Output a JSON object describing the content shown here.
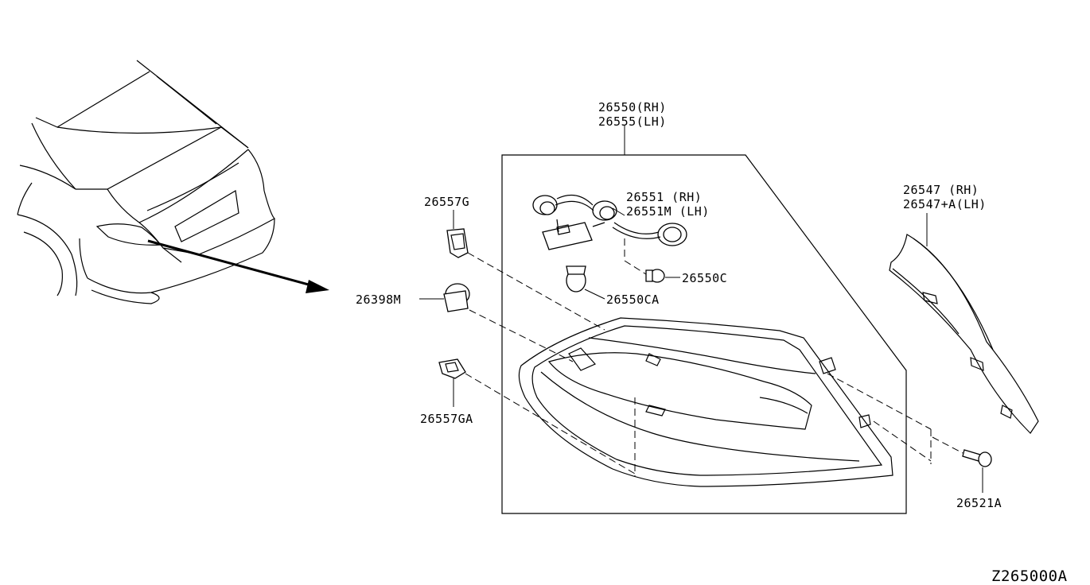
{
  "labels": {
    "main_assy_rh": "26550(RH)",
    "main_assy_lh": "26555(LH)",
    "socket_rh": "26551  (RH)",
    "socket_lh": "26551M (LH)",
    "bulb_c": "26550C",
    "bulb_ca": "26550CA",
    "clip_g": "26557G",
    "clip_m": "26398M",
    "clip_ga": "26557GA",
    "finisher_rh": "26547  (RH)",
    "finisher_lh": "26547+A(LH)",
    "screw": "26521A",
    "diagram_code": "Z265000A"
  }
}
